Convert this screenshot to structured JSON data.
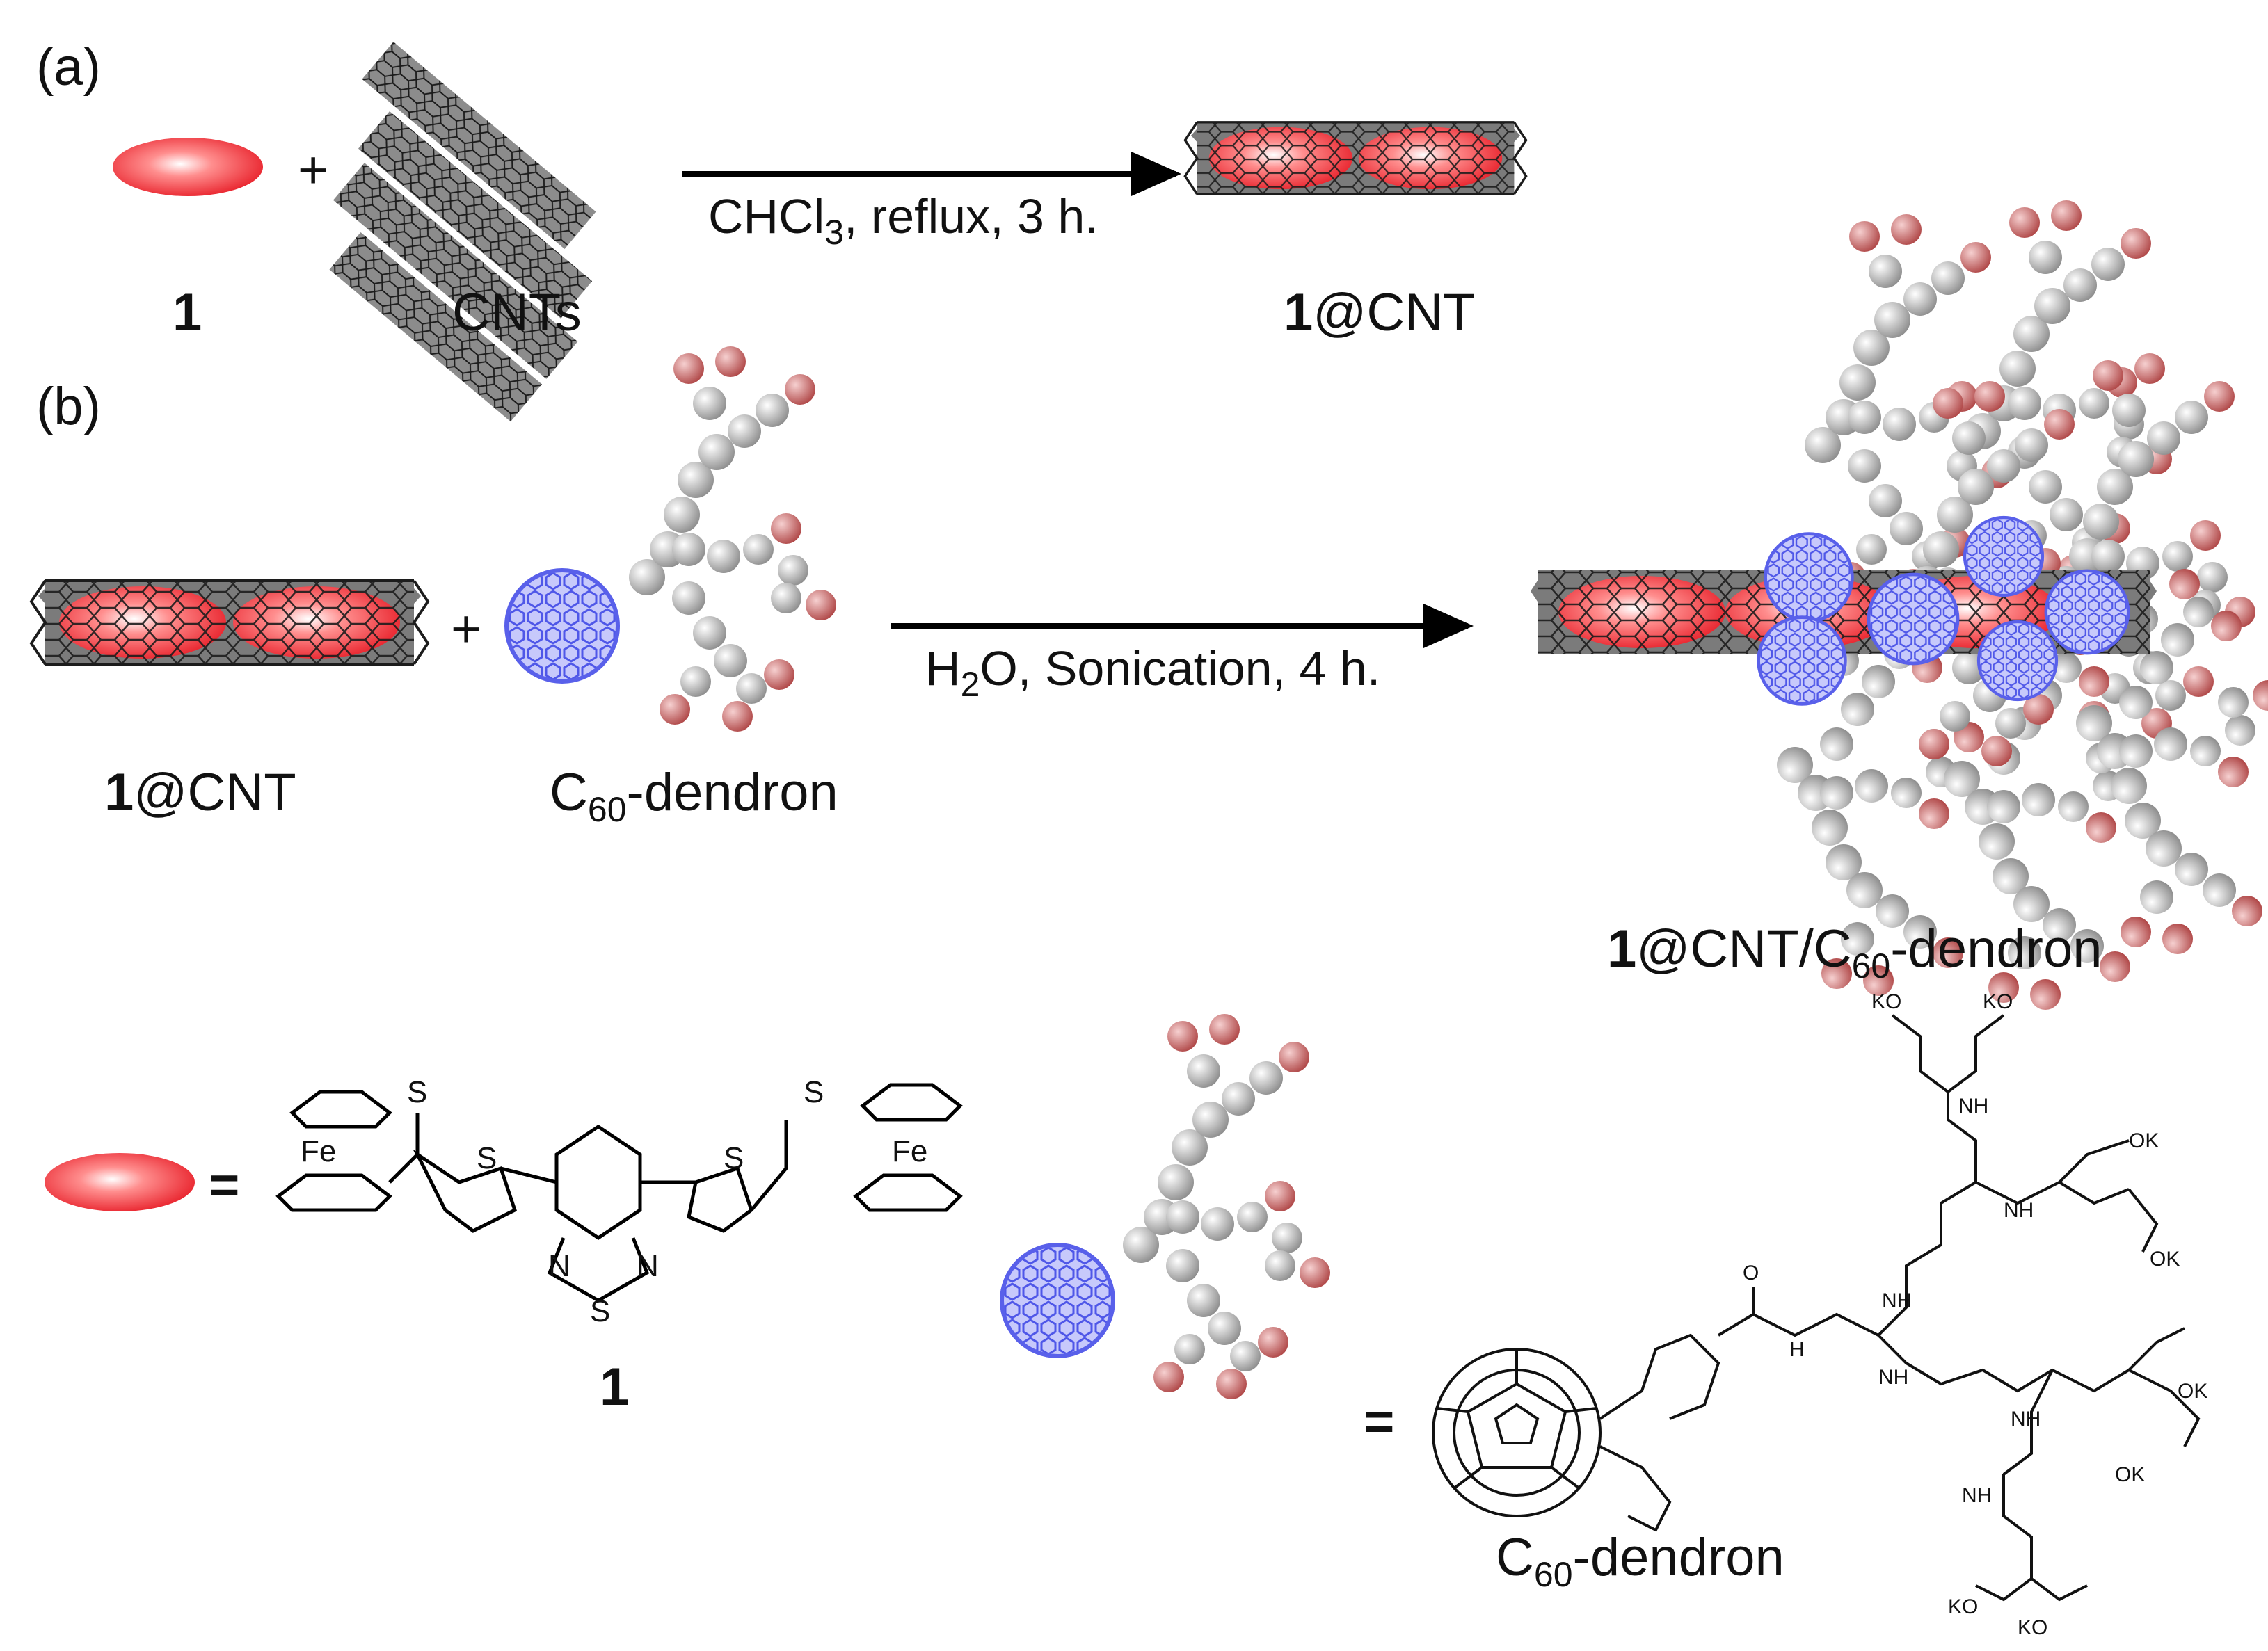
{
  "panel_a": {
    "tag": "(a)",
    "plus": "+",
    "reactant_1_label": "1",
    "cnt_label": "CNTs",
    "condition_pre": "CHCl",
    "condition_sub": "3",
    "condition_post": ", reflux, 3 h.",
    "product_bold": "1",
    "product_rest": "@CNT"
  },
  "panel_b": {
    "tag": "(b)",
    "plus": "+",
    "reactant_bold": "1",
    "reactant_rest": "@CNT",
    "dendron_pre": "C",
    "dendron_sub": "60",
    "dendron_post": "-dendron",
    "condition_pre": "H",
    "condition_sub": "2",
    "condition_post": "O, Sonication, 4 h.",
    "product_bold": "1",
    "product_mid": "@CNT/C",
    "product_sub": "60",
    "product_post": "-dendron"
  },
  "legend": {
    "equals": "=",
    "compound_label": "1",
    "fe": "Fe",
    "s": "S",
    "n": "N",
    "dendron_pre": "C",
    "dendron_sub": "60",
    "dendron_post": "-dendron",
    "nh": "NH",
    "h": "H",
    "o": "O",
    "ok": "OK",
    "ko": "KO"
  },
  "colors": {
    "ellipse_red": "#e8202a",
    "fullerene_blue": "#6f76f0",
    "cnt_gray": "#7b7b7b",
    "atom_gray": "#c9c9c9",
    "atom_red": "#c96060",
    "arrow": "#000000"
  }
}
